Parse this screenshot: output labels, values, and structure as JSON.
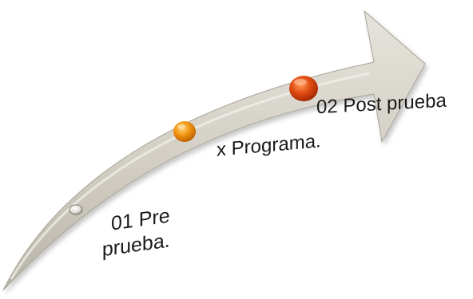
{
  "diagram": {
    "arrow_color": "#cfcbc0",
    "dot_colors": {
      "pre": "#d9d6cf",
      "programa": "#ee8a0f",
      "post": "#d9400e"
    },
    "steps": {
      "pre_line1": "01 Pre",
      "pre_line2": "prueba.",
      "programa": "x Programa.",
      "post": "02 Post prueba"
    }
  }
}
